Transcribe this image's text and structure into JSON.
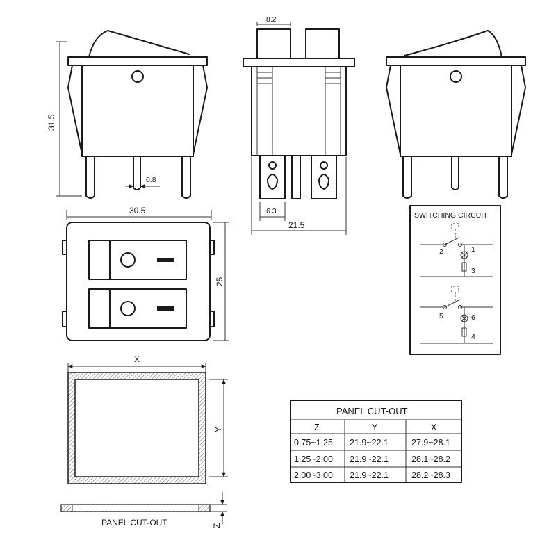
{
  "dimensions": {
    "height_total": "31.5",
    "terminal_width": "8.2",
    "terminal_thickness": "0.8",
    "terminal_spacing": "6.3",
    "side_depth": "21.5",
    "body_width": "30.5",
    "body_height": "25",
    "cutout_width_label": "X",
    "cutout_height_label": "Y",
    "panel_thickness_label": "Z"
  },
  "circuit": {
    "title": "SWITCHING CIRCUIT",
    "terminals": [
      "1",
      "2",
      "3",
      "4",
      "5",
      "6"
    ]
  },
  "panel_cutout_label": "PANEL CUT-OUT",
  "table": {
    "title": "PANEL CUT-OUT",
    "headers": [
      "Z",
      "Y",
      "X"
    ],
    "rows": [
      [
        "0.75~1.25",
        "21.9~22.1",
        "27.9~28.1"
      ],
      [
        "1.25~2.00",
        "21.9~22.1",
        "28.1~28.2"
      ],
      [
        "2.00~3.00",
        "21.9~22.1",
        "28.2~28.3"
      ]
    ]
  },
  "colors": {
    "line": "#1a1a1a",
    "hatch": "#777777",
    "background": "#ffffff"
  }
}
